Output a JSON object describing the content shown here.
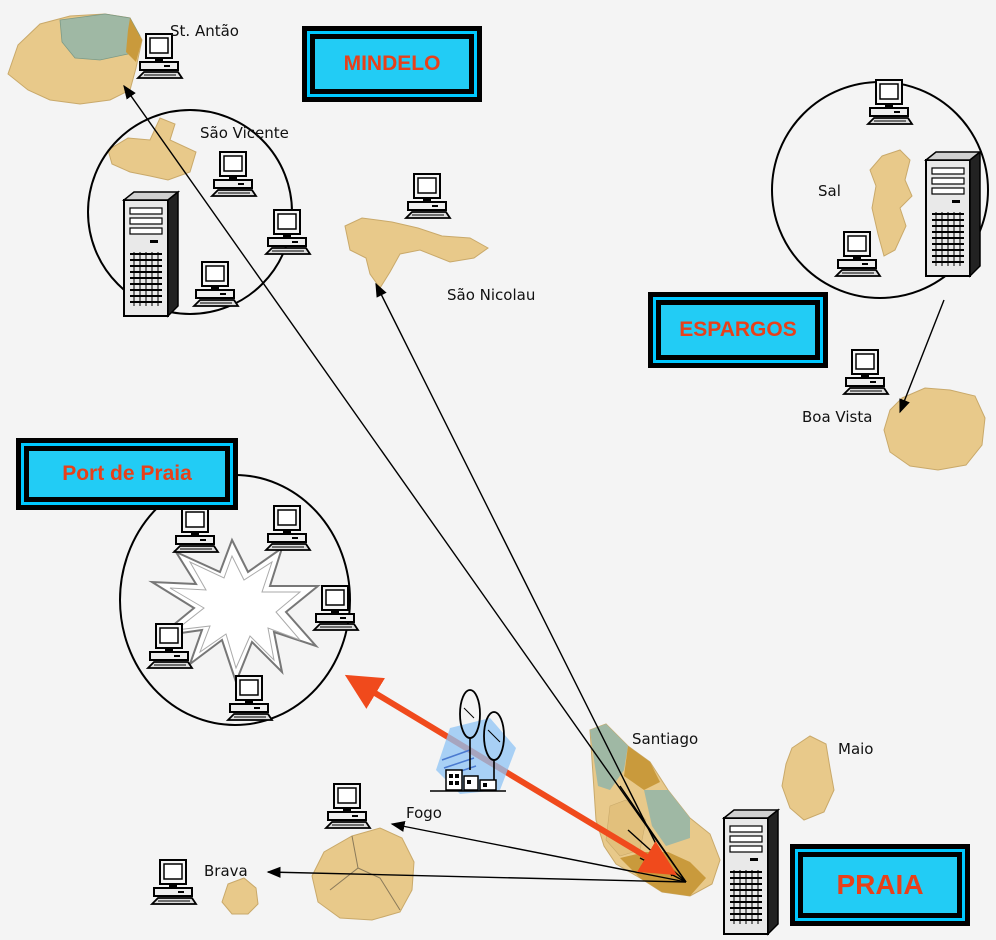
{
  "badges": {
    "mindelo": "MINDELO",
    "espargos": "ESPARGOS",
    "port_de_praia": "Port de Praia",
    "praia": "PRAIA"
  },
  "islands": {
    "st_antao": "St. Antão",
    "sao_vicente": "São Vicente",
    "sao_nicolau": "São Nicolau",
    "sal": "Sal",
    "boa_vista": "Boa Vista",
    "santiago": "Santiago",
    "maio": "Maio",
    "fogo": "Fogo",
    "brava": "Brava"
  },
  "colors": {
    "island_sand": "#e8c98a",
    "island_green": "#9fb8a4",
    "island_brown": "#c99a3c",
    "badge_fill": "#22ccf5",
    "badge_text": "#e8401a",
    "radio_link": "#f04a1c",
    "network_ring": "#000000"
  },
  "icons": [
    "workstation-icon",
    "server-tower-icon",
    "network-cloud-icon",
    "radio-antenna-icon"
  ]
}
